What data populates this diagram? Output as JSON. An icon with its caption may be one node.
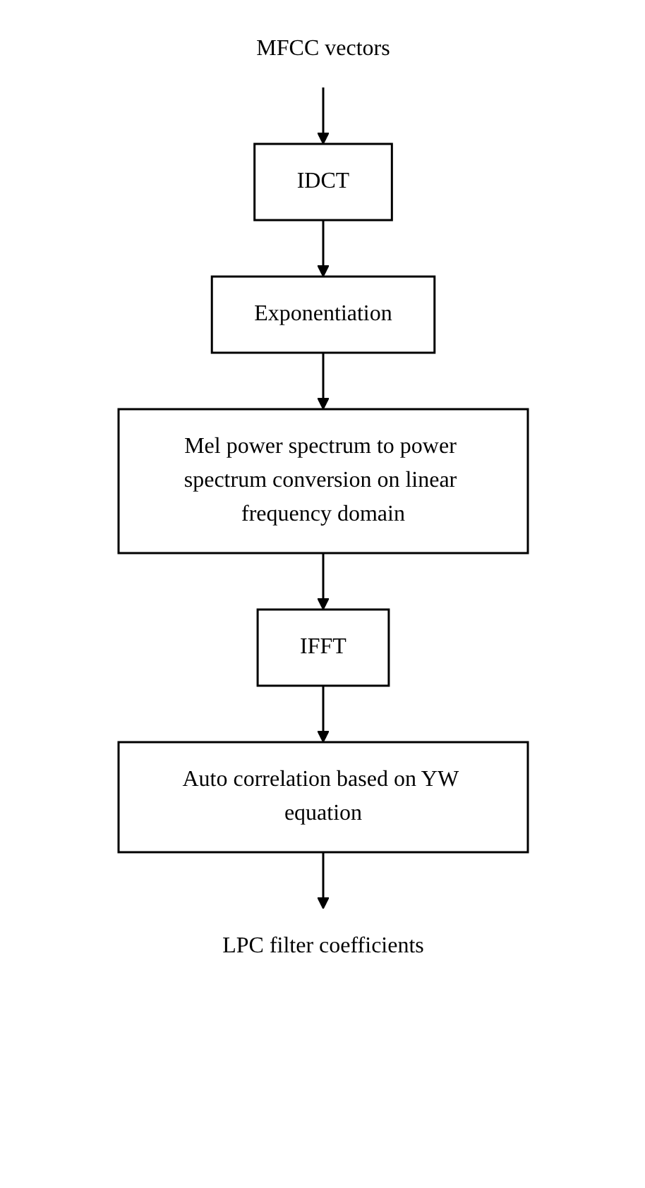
{
  "diagram": {
    "nodes": [
      {
        "text": [
          "MFCC vectors"
        ]
      },
      {
        "text": [
          "IDCT"
        ]
      },
      {
        "text": [
          "Exponentiation"
        ]
      },
      {
        "text": [
          "Mel power spectrum to power spectrum conversion on linear frequency domain"
        ]
      },
      {
        "text": [
          "IFFT"
        ]
      },
      {
        "text": [
          "Auto correlation based on YW equation"
        ]
      },
      {
        "text": [
          "LPC filter coefficients"
        ]
      }
    ],
    "edges": [
      {
        "from": 0,
        "to": 1,
        "arrow": "to"
      },
      {
        "from": 1,
        "to": 2,
        "arrow": "to"
      },
      {
        "from": 2,
        "to": 3,
        "arrow": "to"
      },
      {
        "from": 3,
        "to": 4,
        "arrow": "to"
      },
      {
        "from": 4,
        "to": 5,
        "arrow": "to"
      },
      {
        "from": 5,
        "to": 6,
        "arrow": "to"
      }
    ]
  }
}
